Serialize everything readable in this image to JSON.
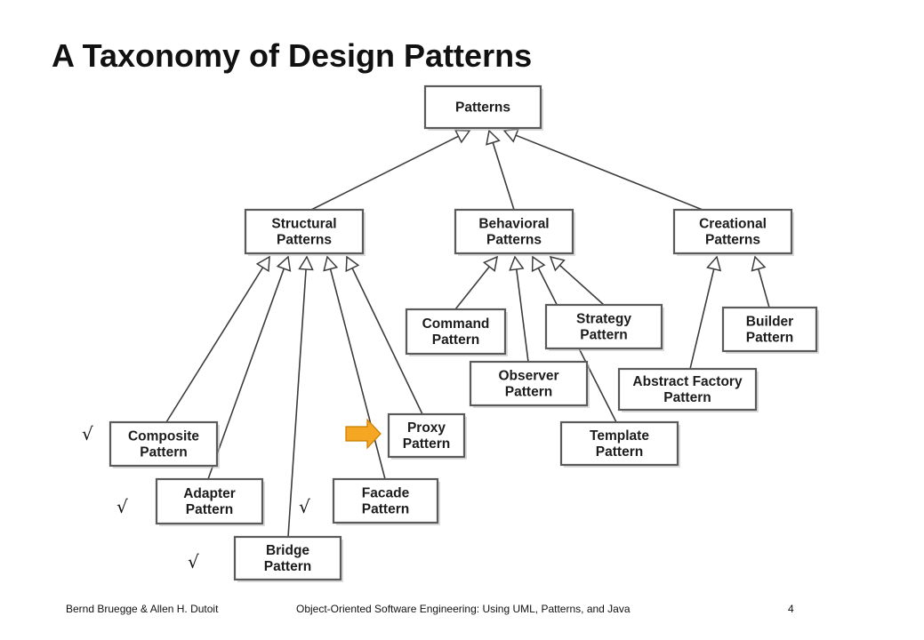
{
  "slide": {
    "title": "A Taxonomy of Design Patterns",
    "checkmark": "√"
  },
  "diagram": {
    "nodes": {
      "patterns": [
        "Patterns"
      ],
      "structural": [
        "Structural",
        "Patterns"
      ],
      "behavioral": [
        "Behavioral",
        "Patterns"
      ],
      "creational": [
        "Creational",
        "Patterns"
      ],
      "command": [
        "Command",
        "Pattern"
      ],
      "strategy": [
        "Strategy",
        "Pattern"
      ],
      "builder": [
        "Builder",
        "Pattern"
      ],
      "observer": [
        "Observer",
        "Pattern"
      ],
      "abstract_factory": [
        "Abstract Factory",
        "Pattern"
      ],
      "composite": [
        "Composite",
        "Pattern"
      ],
      "proxy": [
        "Proxy",
        "Pattern"
      ],
      "template": [
        "Template",
        "Pattern"
      ],
      "adapter": [
        "Adapter",
        "Pattern"
      ],
      "facade": [
        "Facade",
        "Pattern"
      ],
      "bridge": [
        "Bridge",
        "Pattern"
      ]
    },
    "edges": [
      [
        "structural",
        "patterns"
      ],
      [
        "behavioral",
        "patterns"
      ],
      [
        "creational",
        "patterns"
      ],
      [
        "composite",
        "structural"
      ],
      [
        "adapter",
        "structural"
      ],
      [
        "bridge",
        "structural"
      ],
      [
        "facade",
        "structural"
      ],
      [
        "proxy",
        "structural"
      ],
      [
        "command",
        "behavioral"
      ],
      [
        "observer",
        "behavioral"
      ],
      [
        "template",
        "behavioral"
      ],
      [
        "strategy",
        "behavioral"
      ],
      [
        "abstract_factory",
        "creational"
      ],
      [
        "builder",
        "creational"
      ]
    ],
    "highlighted": "proxy",
    "arrow_color": "#f5a623"
  },
  "footer": {
    "authors": "Bernd Bruegge & Allen H. Dutoit",
    "book": "Object-Oriented Software Engineering: Using UML, Patterns, and Java",
    "page": "4"
  }
}
